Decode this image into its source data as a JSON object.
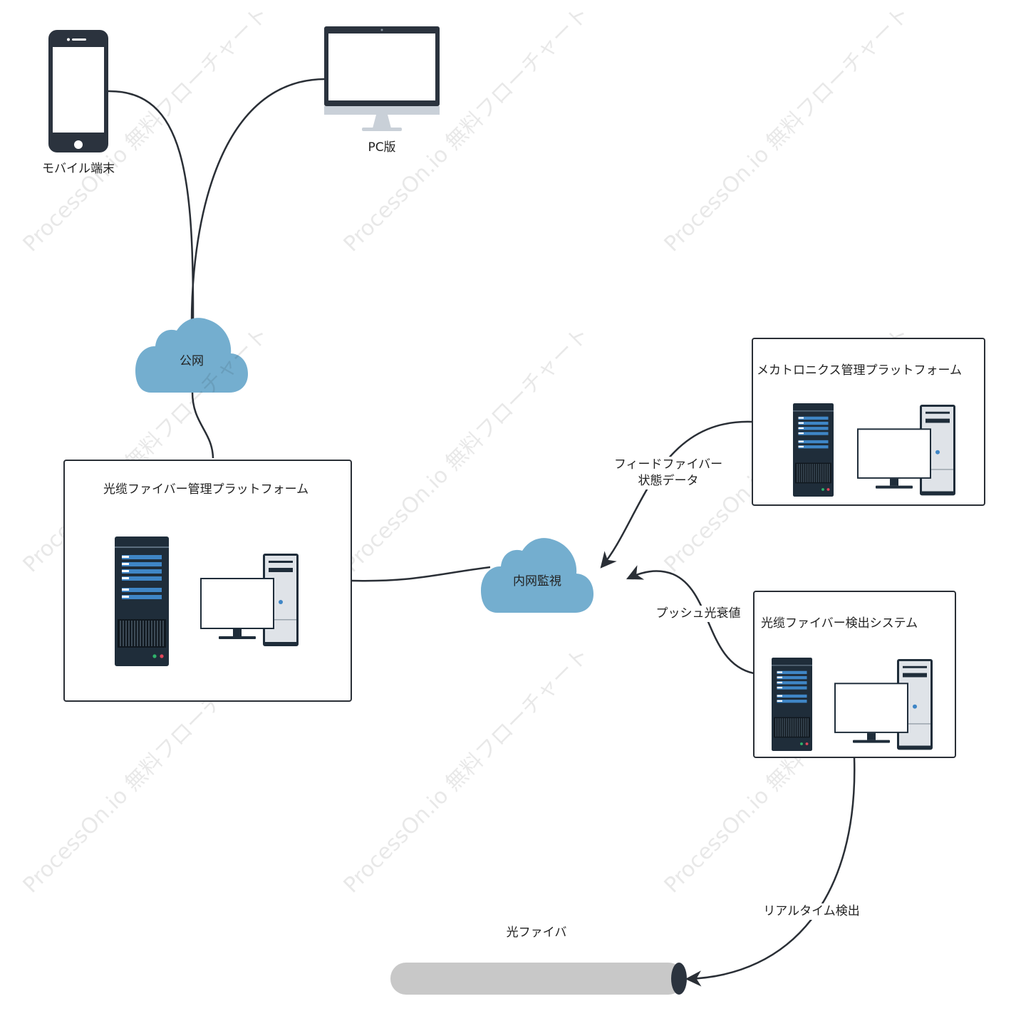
{
  "watermark": "ProcessOn.io 無料フローチャート",
  "nodes": {
    "mobile": {
      "label": "モバイル端末",
      "icon": "smartphone-icon"
    },
    "pc": {
      "label": "PC版",
      "icon": "desktop-monitor-icon"
    },
    "public_net": {
      "label": "公网",
      "icon": "cloud-icon",
      "color": "#74AECF"
    },
    "intranet": {
      "label": "内网監視",
      "icon": "cloud-icon",
      "color": "#74AECF"
    },
    "fiber_platform": {
      "label": "光缆ファイバー管理プラットフォーム",
      "icons": [
        "server-rack-icon",
        "desktop-computer-icon"
      ]
    },
    "mechatronics_platform": {
      "label": "メカトロニクス管理プラットフォーム",
      "icons": [
        "server-rack-icon",
        "desktop-computer-icon"
      ]
    },
    "fiber_detect_system": {
      "label": "光缆ファイバー検出システム",
      "icons": [
        "server-rack-icon",
        "desktop-computer-icon"
      ]
    },
    "optical_fiber": {
      "label": "光ファイバ",
      "icon": "fiber-cable-icon",
      "color": "#C8C8C8"
    }
  },
  "edges": {
    "feed_label_line1": "フィードファイバー",
    "feed_label_line2": "状態データ",
    "push_label": "プッシュ光衰値",
    "realtime_label": "リアルタイム検出"
  },
  "colors": {
    "line": "#2a2f36",
    "dark_device": "#1f2d3a",
    "server_blue": "#3f86c6"
  }
}
